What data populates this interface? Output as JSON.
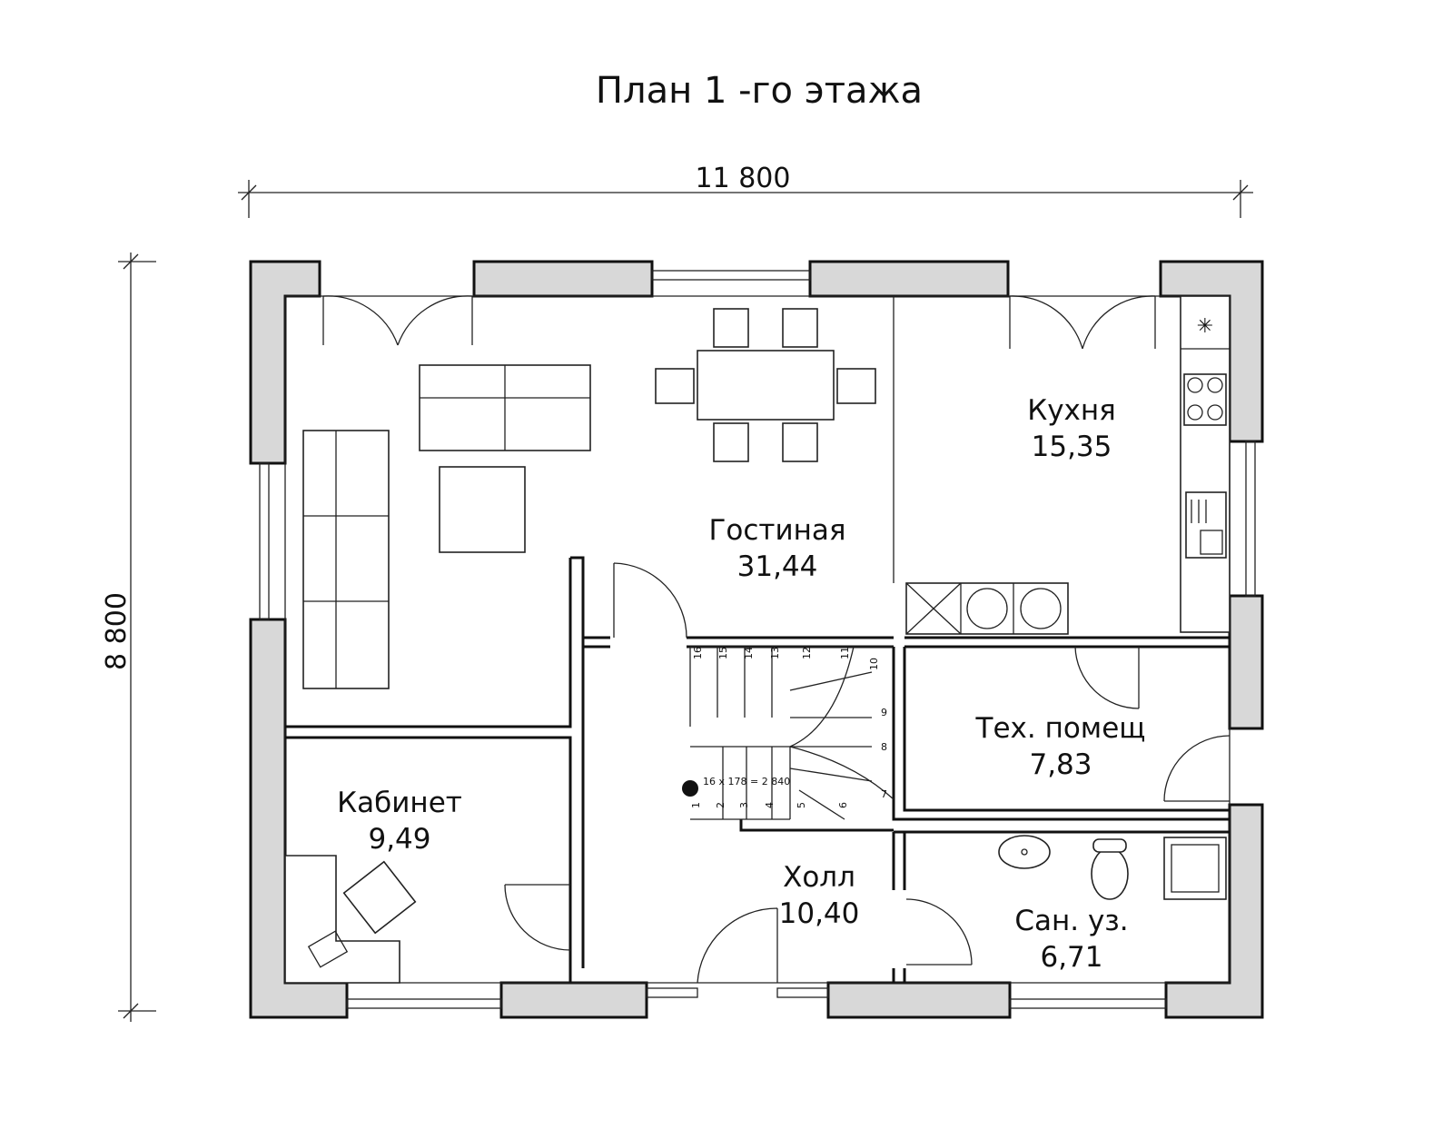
{
  "title": "План 1 -го этажа",
  "dimensions": {
    "width": "11 800",
    "height": "8 800"
  },
  "rooms": [
    {
      "name": "Гостиная",
      "area": "31,44"
    },
    {
      "name": "Кухня",
      "area": "15,35"
    },
    {
      "name": "Кабинет",
      "area": "9,49"
    },
    {
      "name": "Тех. помещ",
      "area": "7,83"
    },
    {
      "name": "Холл",
      "area": "10,40"
    },
    {
      "name": "Сан. уз.",
      "area": "6,71"
    }
  ],
  "stair": {
    "note": "16 x 178 = 2 840",
    "steps": [
      "1",
      "2",
      "3",
      "4",
      "5",
      "6",
      "7",
      "8",
      "9",
      "10",
      "11",
      "12",
      "13",
      "14",
      "15",
      "16"
    ]
  }
}
